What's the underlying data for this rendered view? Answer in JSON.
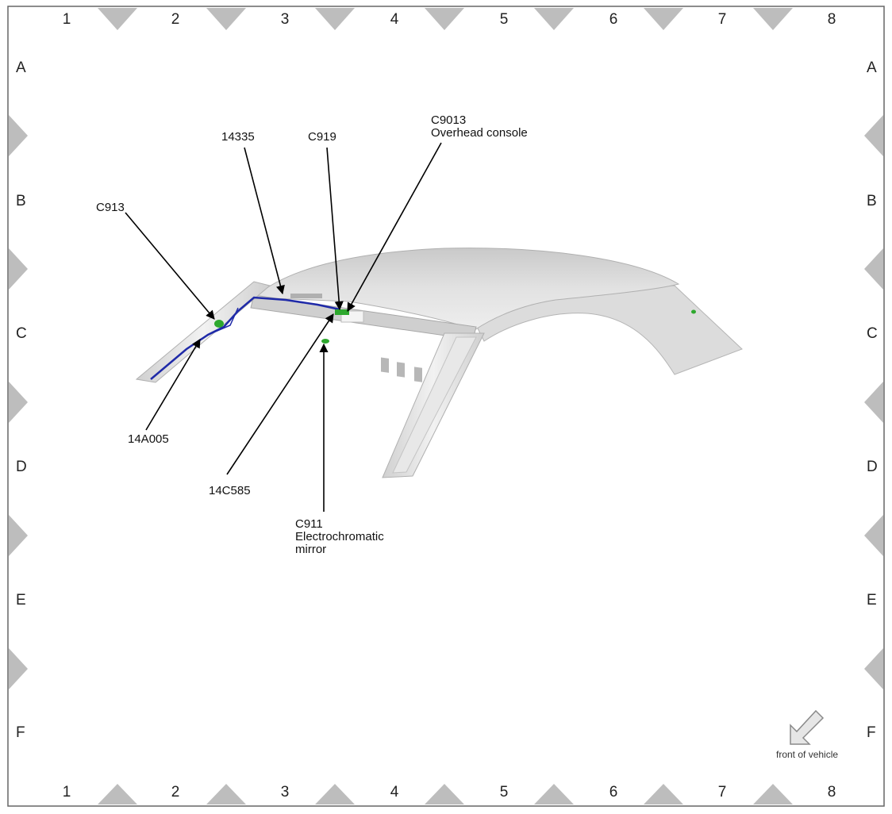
{
  "grid": {
    "columns": [
      "1",
      "2",
      "3",
      "4",
      "5",
      "6",
      "7",
      "8"
    ],
    "rows": [
      "A",
      "B",
      "C",
      "D",
      "E",
      "F"
    ]
  },
  "callouts": {
    "c913": "C913",
    "n14335": "14335",
    "c919": "C919",
    "c9013_code": "C9013",
    "c9013_desc": "Overhead console",
    "n14a005": "14A005",
    "n14c585": "14C585",
    "c911_code": "C911",
    "c911_desc1": "Electrochromatic",
    "c911_desc2": "mirror"
  },
  "front_label": "front of vehicle",
  "colors": {
    "roof": "#d8d8d8",
    "harness": "#1f2aa8",
    "connector": "#2ea82e",
    "marker": "#bdbdbd"
  }
}
